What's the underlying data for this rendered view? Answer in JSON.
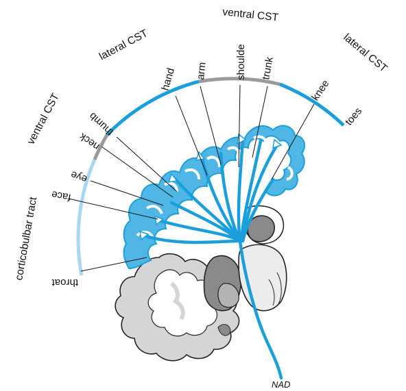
{
  "colors": {
    "tract_blue": "#1a9fdc",
    "light_blue": "#a9d7ef",
    "cortex_blue_fill": "#4fb6e6",
    "grey_arc": "#9a9a9a",
    "grey_matter": "#d5d5d5",
    "dark_grey": "#8a8a8a"
  },
  "group_labels": {
    "corticobulbar": "corticobulbar tract",
    "ventral_left": "ventral CST",
    "lateral_left": "lateral CST",
    "ventral_top": "ventral CST",
    "lateral_right": "lateral CST"
  },
  "body_labels": {
    "throat": "throat",
    "face": "face",
    "eye": "eye",
    "neck": "neck",
    "thumb": "thumb",
    "hand": "hand",
    "arm": "arm",
    "shoulder": "shoulde",
    "trunk": "trunk",
    "knee": "knee",
    "toes": "toes"
  },
  "signature": "NAD"
}
